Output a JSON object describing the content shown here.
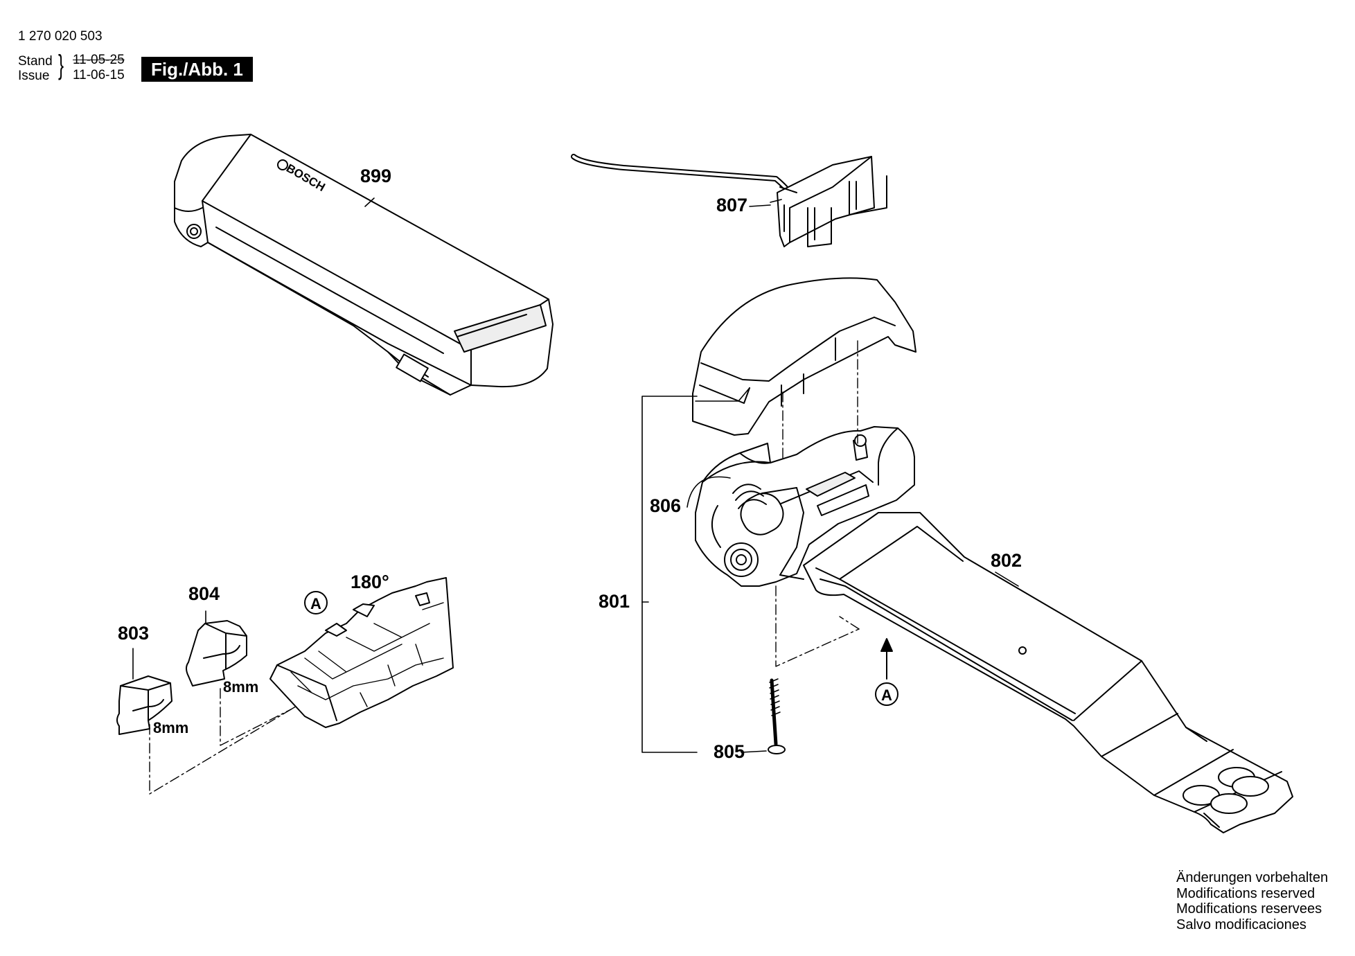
{
  "header": {
    "part_number": "1 270 020 503",
    "stand_label": "Stand",
    "issue_label": "Issue",
    "date_old": "11-05-25",
    "date_new": "11-06-15",
    "figure_label": "Fig./Abb. 1"
  },
  "labels": {
    "p899": "899",
    "p807": "807",
    "p806": "806",
    "p801": "801",
    "p802": "802",
    "p805": "805",
    "p804": "804",
    "p803": "803",
    "dim_8mm_a": "8mm",
    "dim_8mm_b": "8mm",
    "rotation": "180°",
    "detail_a": "A",
    "view_a": "A",
    "brand": "BOSCH"
  },
  "notes": [
    "Änderungen vorbehalten",
    "Modifications reserved",
    "Modifications reservees",
    "Salvo modificaciones"
  ],
  "colors": {
    "ink": "#000000",
    "paper": "#ffffff",
    "shade": "#d8d8d8"
  }
}
